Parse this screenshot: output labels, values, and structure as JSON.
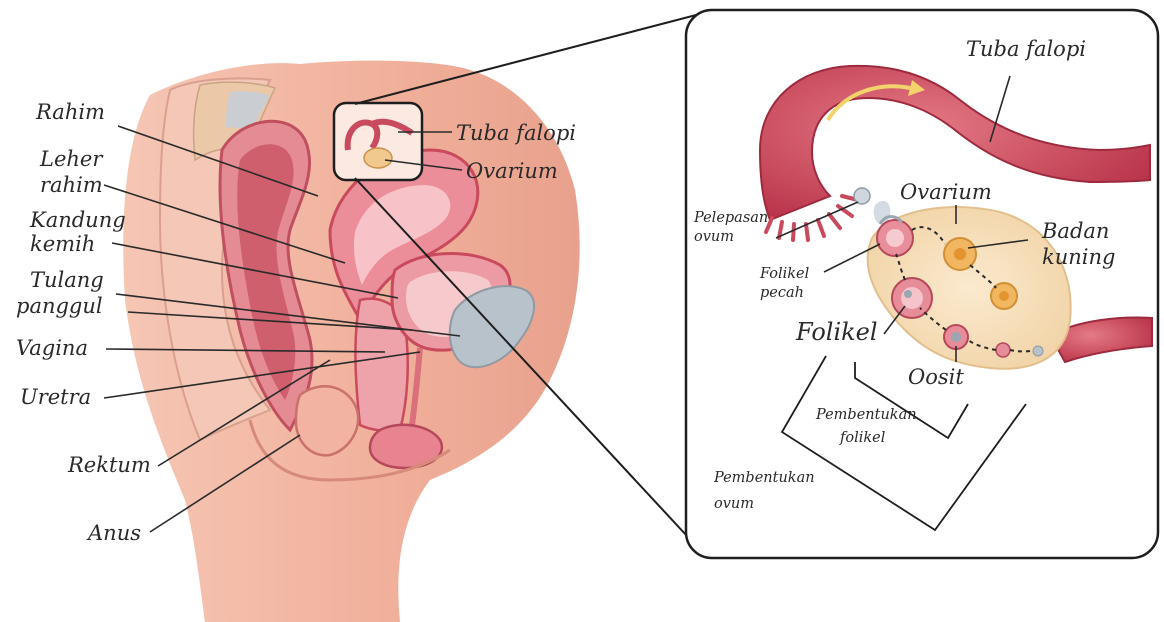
{
  "left_labels": {
    "rahim": "Rahim",
    "leher_1": "Leher",
    "leher_2": "rahim",
    "kandung_1": "Kandung",
    "kandung_2": "kemih",
    "tulang_1": "Tulang",
    "tulang_2": "panggul",
    "vagina": "Vagina",
    "uretra": "Uretra",
    "rektum": "Rektum",
    "anus": "Anus"
  },
  "inset_small_labels": {
    "tuba_falopi": "Tuba falopi",
    "ovarium": "Ovarium"
  },
  "zoom_labels": {
    "tuba_falopi": "Tuba falopi",
    "ovarium": "Ovarium",
    "pelepasan_1": "Pelepasan",
    "pelepasan_2": "ovum",
    "badan_1": "Badan",
    "badan_2": "kuning",
    "folikel_pecah_1": "Folikel",
    "folikel_pecah_2": "pecah",
    "folikel": "Folikel",
    "oosit": "Oosit",
    "pembentukan_folikel_1": "Pembentukan",
    "pembentukan_folikel_2": "folikel",
    "pembentukan_ovum_1": "Pembentukan",
    "pembentukan_ovum_2": "ovum"
  },
  "colors": {
    "skin": "#f2b7a4",
    "skin_dark": "#e79a86",
    "tissue": "#e98592",
    "tissue_dark": "#c94a5c",
    "ovary": "#f8e2c0",
    "bladder": "#b9c3cc",
    "line": "#2a2a2a"
  }
}
